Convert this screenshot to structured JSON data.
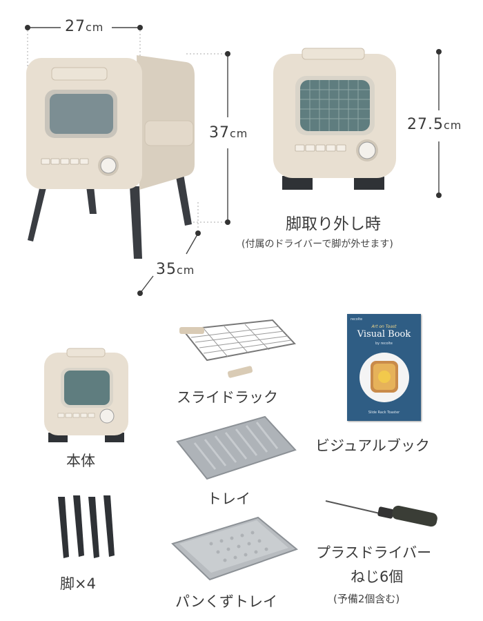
{
  "dimensions": {
    "width": {
      "value": "27",
      "unit": "cm"
    },
    "height": {
      "value": "37",
      "unit": "cm"
    },
    "depth": {
      "value": "35",
      "unit": "cm"
    },
    "height_no_legs": {
      "value": "27.5",
      "unit": "cm"
    }
  },
  "legs_removed": {
    "title": "脚取り外し時",
    "note": "(付属のドライバーで脚が外せます)"
  },
  "items": {
    "body": "本体",
    "slide_rack": "スライドラック",
    "visual_book": "ビジュアルブック",
    "tray": "トレイ",
    "legs": "脚×4",
    "screwdriver_line1": "プラスドライバー",
    "screwdriver_line2": "ねじ6個",
    "screwdriver_line3": "(予備2個含む)",
    "crumb_tray": "パンくずトレイ"
  },
  "book": {
    "brand": "recolte",
    "series": "Art on Toast",
    "title": "Visual Book",
    "byline": "by recolte",
    "subtitle": "Slide Rack Toaster"
  },
  "colors": {
    "body": "#e6dccd",
    "window": "#5f7d7f",
    "legs": "#3a3d42",
    "book": "#2f5d84",
    "accent_line": "#444444"
  }
}
